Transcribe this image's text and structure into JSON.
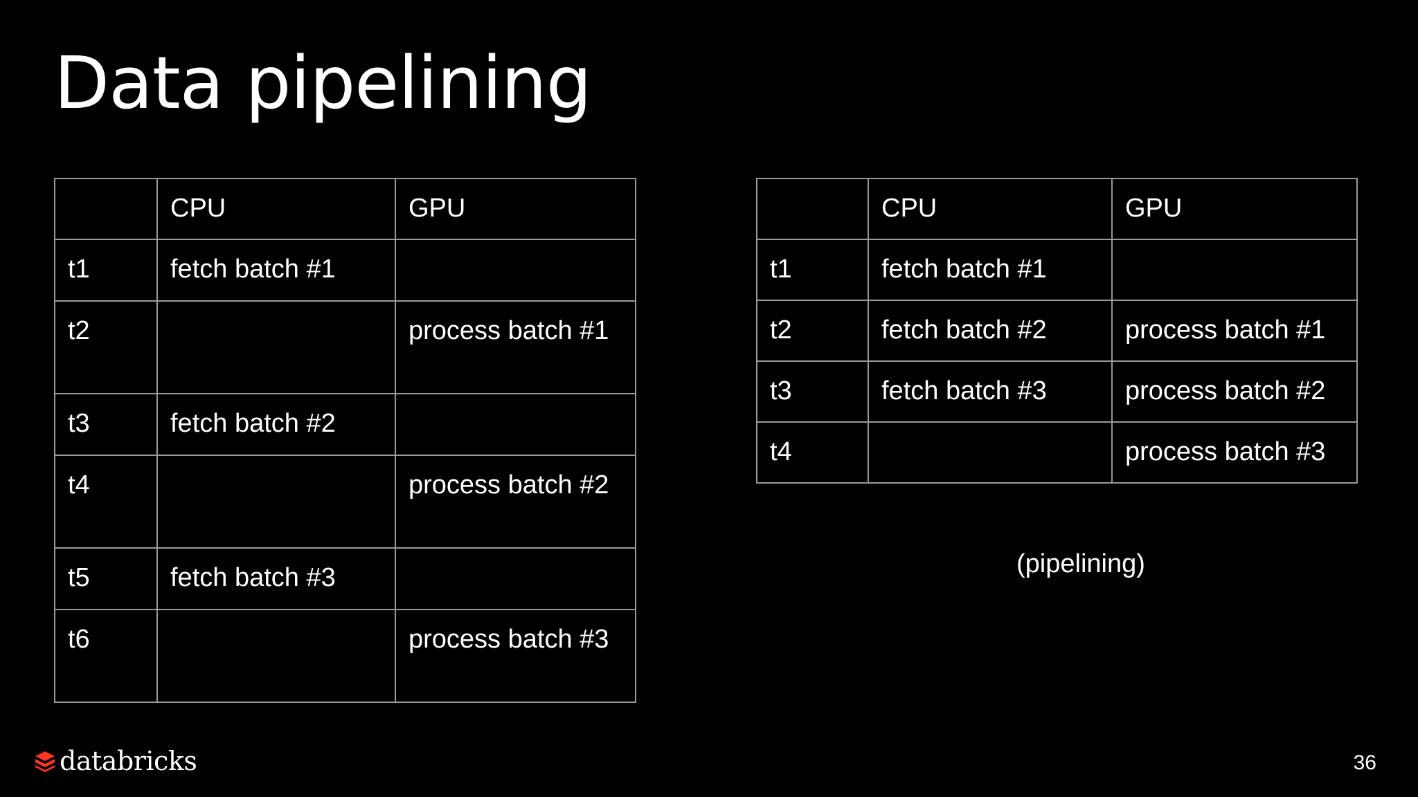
{
  "slide": {
    "title": "Data pipelining",
    "caption": "(pipelining)",
    "page_number": "36",
    "brand": "databricks",
    "brand_color": "#ff3621"
  },
  "table_left": {
    "headers": [
      "",
      "CPU",
      "GPU"
    ],
    "rows": [
      [
        "t1",
        "fetch batch #1",
        ""
      ],
      [
        "t2",
        "",
        "process batch #1"
      ],
      [
        "t3",
        "fetch batch #2",
        ""
      ],
      [
        "t4",
        "",
        "process batch #2"
      ],
      [
        "t5",
        "fetch batch #3",
        ""
      ],
      [
        "t6",
        "",
        "process batch #3"
      ]
    ]
  },
  "table_right": {
    "headers": [
      "",
      "CPU",
      "GPU"
    ],
    "rows": [
      [
        "t1",
        "fetch batch #1",
        ""
      ],
      [
        "t2",
        "fetch batch #2",
        "process batch #1"
      ],
      [
        "t3",
        "fetch batch #3",
        "process batch #2"
      ],
      [
        "t4",
        "",
        "process batch #3"
      ]
    ]
  }
}
